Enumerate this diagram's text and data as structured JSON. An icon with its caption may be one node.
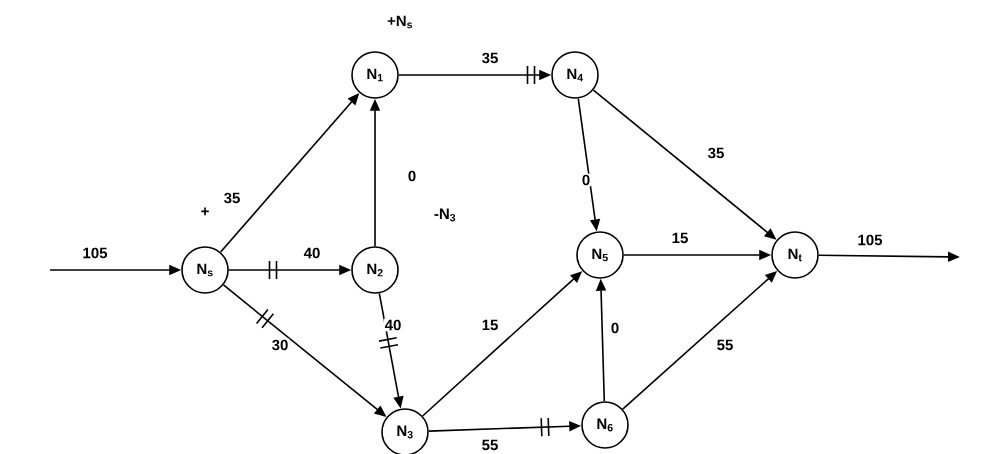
{
  "diagram": {
    "nodes": [
      {
        "text": [
          "N$_{s}$"
        ],
        "beside": [
          "+"
        ]
      },
      {
        "text": [
          "N$_{1}$"
        ],
        "beside": [
          "+N$_{s}$"
        ]
      },
      {
        "text": [
          "N$_{2}$"
        ],
        "beside": [
          "-N$_{3}$"
        ]
      },
      {
        "text": [
          "N$_{3}$"
        ]
      },
      {
        "text": [
          "N$_{4}$"
        ]
      },
      {
        "text": [
          "N$_{5}$"
        ]
      },
      {
        "text": [
          "N$_{6}$"
        ]
      },
      {
        "text": [
          "N$_{t}$"
        ]
      }
    ],
    "edges": [
      {
        "from": null,
        "to": 0,
        "arrow": "to",
        "label": "105"
      },
      {
        "from": 0,
        "to": 1,
        "arrow": "to",
        "label": "35"
      },
      {
        "from": 0,
        "to": 2,
        "arrow": "to",
        "label": "40"
      },
      {
        "from": 0,
        "to": 3,
        "arrow": "to",
        "label": "30"
      },
      {
        "from": 2,
        "to": 1,
        "arrow": "to",
        "label": "0"
      },
      {
        "from": 2,
        "to": 3,
        "arrow": "to",
        "label": "40"
      },
      {
        "from": 1,
        "to": 4,
        "arrow": "to",
        "label": "35"
      },
      {
        "from": 4,
        "to": 5,
        "arrow": "to",
        "label": "0"
      },
      {
        "from": 4,
        "to": 7,
        "arrow": "to",
        "label": "35"
      },
      {
        "from": 3,
        "to": 5,
        "arrow": "to",
        "label": "15"
      },
      {
        "from": 3,
        "to": 6,
        "arrow": "to",
        "label": "55"
      },
      {
        "from": 6,
        "to": 5,
        "arrow": "to",
        "label": "0"
      },
      {
        "from": 6,
        "to": 7,
        "arrow": "to",
        "label": "55"
      },
      {
        "from": 5,
        "to": 7,
        "arrow": "to",
        "label": "15"
      },
      {
        "from": 7,
        "to": null,
        "arrow": "to",
        "label": "105"
      }
    ]
  }
}
